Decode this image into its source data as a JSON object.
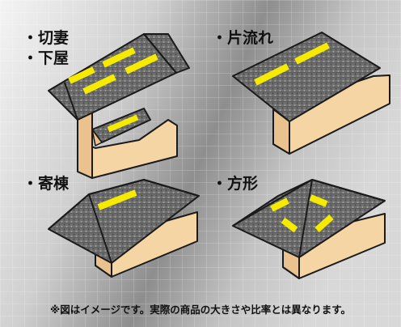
{
  "labels": {
    "kirizuma": "・切妻",
    "geya": "・下屋",
    "katanagare": "・片流れ",
    "yosemune": "・寄棟",
    "hougyou": "・方形"
  },
  "note": "※図はイメージです。実際の商品の大きさや比率とは異なります。",
  "colors": {
    "wall": "#f5d5a4",
    "wall_shade": "#e9c28d",
    "accent": "#f5ea00",
    "outline": "#1a1a1a"
  },
  "icons": [
    "house-gable-icon",
    "lean-to-icon",
    "house-shed-icon",
    "house-hip-icon",
    "house-pyramid-icon"
  ]
}
